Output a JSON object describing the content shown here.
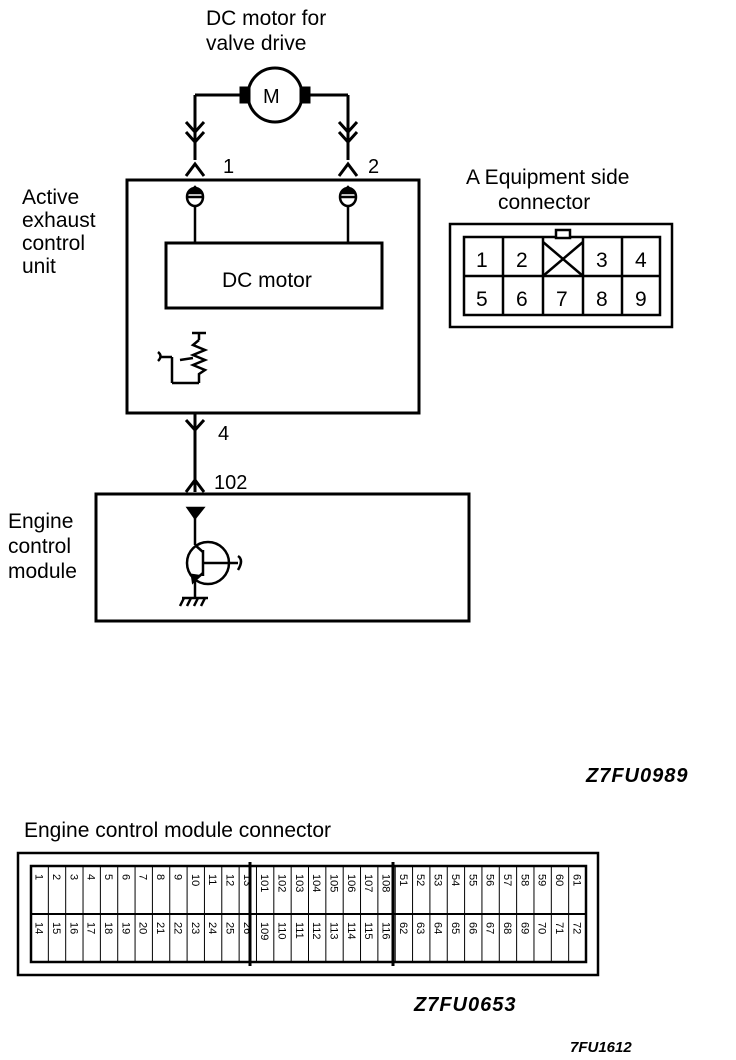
{
  "motor": {
    "title_line1": "DC motor for",
    "title_line2": "valve drive",
    "symbol": "M",
    "pin_left": "1",
    "pin_right": "2"
  },
  "unit": {
    "label_lines": [
      "Active",
      "exhaust",
      "control",
      "unit"
    ],
    "inner_box": "DC motor",
    "pin_bottom": "4"
  },
  "connector_a": {
    "title_line1": "A  Equipment side",
    "title_line2": "connector",
    "top_row": [
      "1",
      "2",
      "",
      "3",
      "4"
    ],
    "bottom_row": [
      "5",
      "6",
      "7",
      "8",
      "9"
    ]
  },
  "ecm": {
    "pin": "102",
    "label_lines": [
      "Engine",
      "control",
      "module"
    ]
  },
  "codes": {
    "diagram": "Z7FU0989",
    "connector": "Z7FU0653",
    "page": "7FU1612"
  },
  "ecm_connector": {
    "title": "Engine control module connector",
    "top_row": [
      "1",
      "2",
      "3",
      "4",
      "5",
      "6",
      "7",
      "8",
      "9",
      "10",
      "11",
      "12",
      "13",
      "101",
      "102",
      "103",
      "104",
      "105",
      "106",
      "107",
      "108",
      "51",
      "52",
      "53",
      "54",
      "55",
      "56",
      "57",
      "58",
      "59",
      "60",
      "61"
    ],
    "bottom_row": [
      "14",
      "15",
      "16",
      "17",
      "18",
      "19",
      "20",
      "21",
      "22",
      "23",
      "24",
      "25",
      "26",
      "109",
      "110",
      "111",
      "112",
      "113",
      "114",
      "115",
      "116",
      "62",
      "63",
      "64",
      "65",
      "66",
      "67",
      "68",
      "69",
      "70",
      "71",
      "72"
    ]
  }
}
